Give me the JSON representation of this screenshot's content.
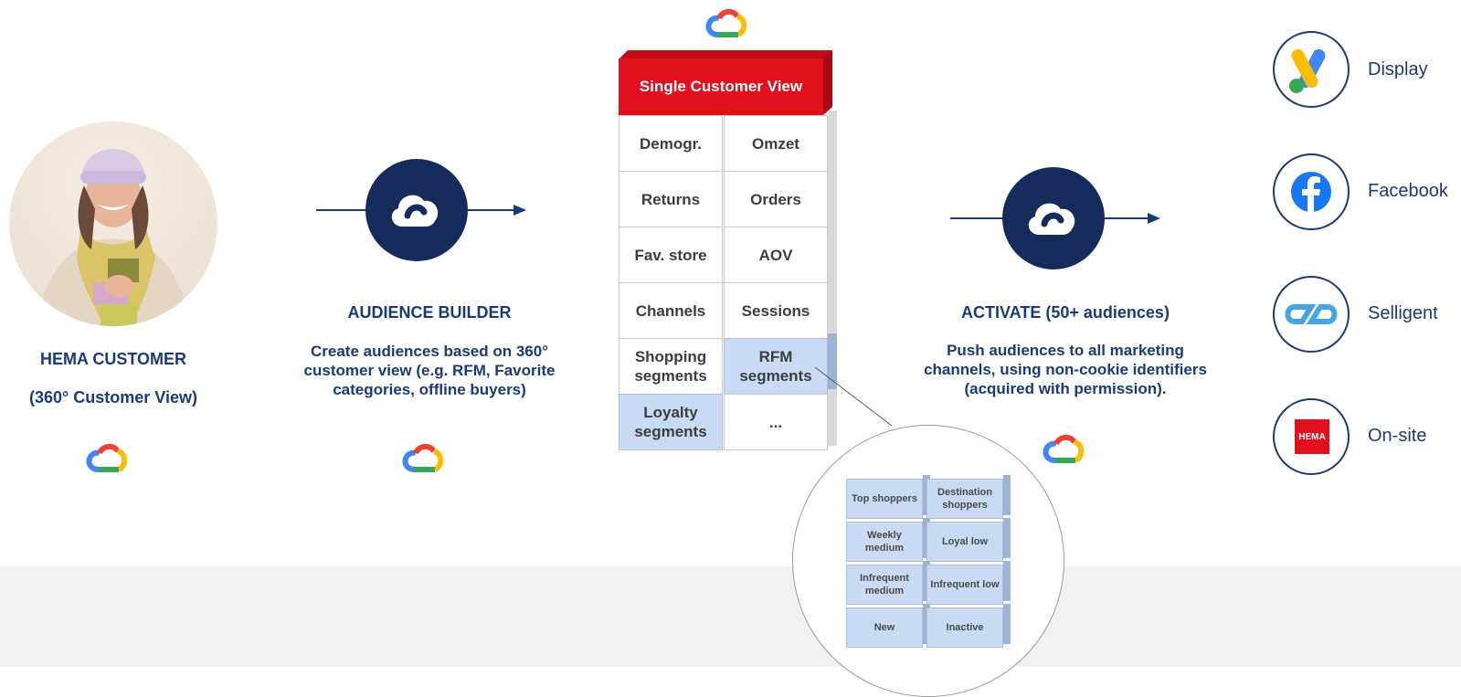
{
  "customer": {
    "title": "HEMA CUSTOMER",
    "subtitle": "(360° Customer View)"
  },
  "audience_builder": {
    "title": "AUDIENCE BUILDER",
    "description": "Create audiences based on 360° customer view (e.g. RFM, Favorite categories, offline buyers)"
  },
  "customer_view": {
    "header": "Single Customer View",
    "rows": [
      [
        "Demogr.",
        "Omzet"
      ],
      [
        "Returns",
        "Orders"
      ],
      [
        "Fav. store",
        "AOV"
      ],
      [
        "Channels",
        "Sessions"
      ],
      [
        "Shopping segments",
        "RFM segments"
      ],
      [
        "Loyalty segments",
        "..."
      ]
    ]
  },
  "rfm_segments": [
    [
      "Top shoppers",
      "Destination shoppers"
    ],
    [
      "Weekly medium",
      "Loyal low"
    ],
    [
      "Infrequent medium",
      "Infrequent low"
    ],
    [
      "New",
      "Inactive"
    ]
  ],
  "activate": {
    "title": "ACTIVATE (50+ audiences)",
    "description_start": "Push audiences to all marketing channels, using ",
    "description_bold": "non-cookie identifiers",
    "description_end": " (acquired with permission)."
  },
  "channels": [
    {
      "label": "Display",
      "icon": "google-ads-icon"
    },
    {
      "label": "Facebook",
      "icon": "facebook-icon"
    },
    {
      "label": "Selligent",
      "icon": "selligent-icon"
    },
    {
      "label": "On-site",
      "icon": "hema-logo-icon"
    }
  ],
  "hema_logo_text": "HEMA",
  "colors": {
    "navy": "#1b3a7a",
    "dark_circle": "#142b5c",
    "red": "#e0101d",
    "segment_blue": "#c9daf4"
  }
}
